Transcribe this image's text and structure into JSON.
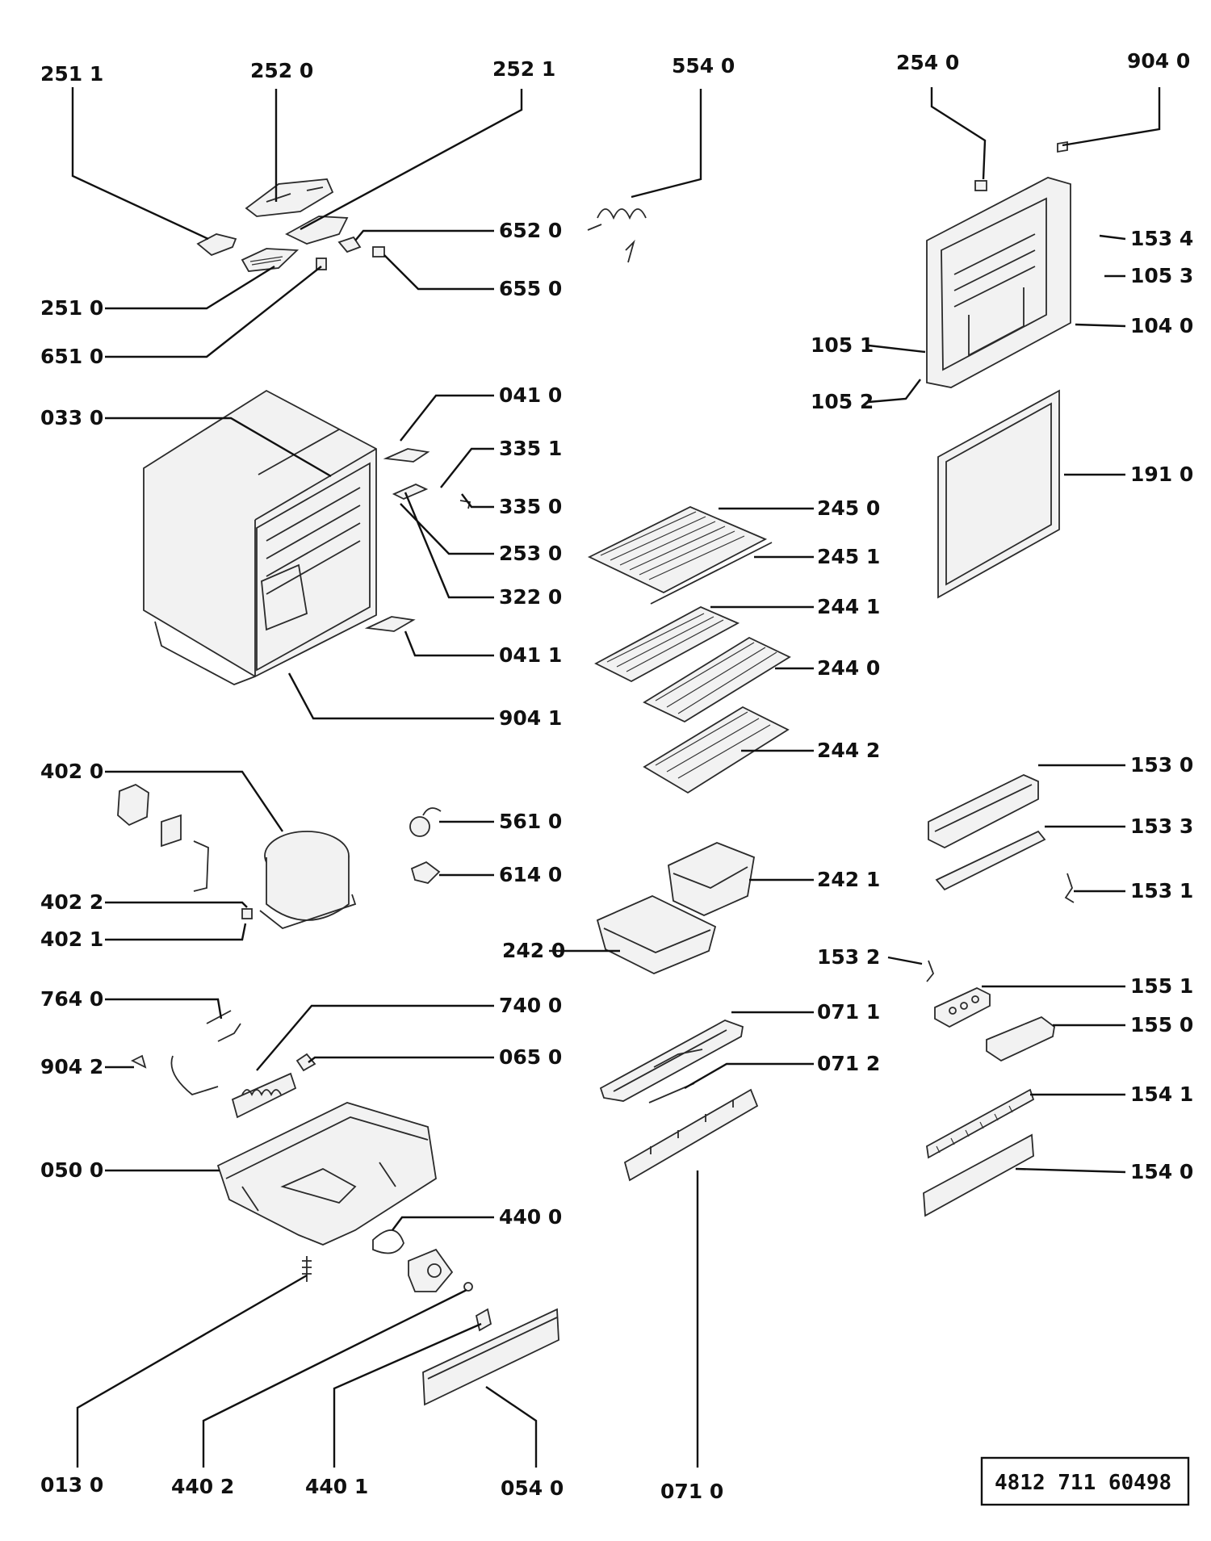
{
  "document_number": "4812 711 60498",
  "parts": {
    "p2511": "251 1",
    "p2520": "252 0",
    "p2521": "252 1",
    "p5540": "554 0",
    "p2540": "254 0",
    "p9040": "904 0",
    "p6520": "652 0",
    "p6550": "655 0",
    "p2510": "251 0",
    "p6510": "651 0",
    "p1534": "153 4",
    "p1053": "105 3",
    "p1040": "104 0",
    "p1051": "105 1",
    "p1052": "105 2",
    "p0330": "033 0",
    "p0410": "041 0",
    "p3351": "335 1",
    "p3350": "335 0",
    "p2530": "253 0",
    "p3220": "322 0",
    "p0411": "041 1",
    "p9041": "904 1",
    "p2450": "245 0",
    "p2451": "245 1",
    "p2441": "244 1",
    "p2440": "244 0",
    "p2442": "244 2",
    "p1910": "191 0",
    "p4020": "402 0",
    "p4022": "402 2",
    "p4021": "402 1",
    "p5610": "561 0",
    "p6140": "614 0",
    "p2421": "242 1",
    "p2420": "242 0",
    "p1530": "153 0",
    "p1533": "153 3",
    "p1531": "153 1",
    "p1532": "153 2",
    "p1551": "155 1",
    "p1550": "155 0",
    "p7640": "764 0",
    "p7400": "740 0",
    "p0711": "071 1",
    "p9042": "904 2",
    "p0650": "065 0",
    "p0712": "071 2",
    "p1541": "154 1",
    "p0500": "050 0",
    "p1540": "154 0",
    "p4400": "440 0",
    "p0130": "013 0",
    "p4402": "440 2",
    "p4401": "440 1",
    "p0540": "054 0",
    "p0710": "071 0"
  }
}
